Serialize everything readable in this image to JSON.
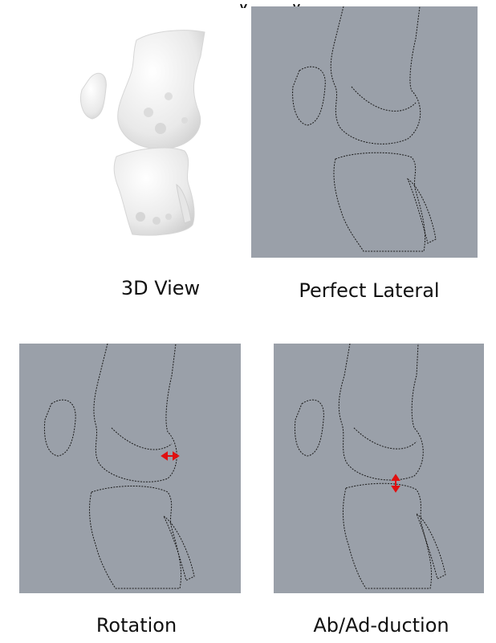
{
  "panels": [
    {
      "id": "3d-view",
      "label": "3D View"
    },
    {
      "id": "perfect-lateral",
      "label": "Perfect Lateral"
    },
    {
      "id": "rotation",
      "label": "Rotation"
    },
    {
      "id": "ab-ad-duction",
      "label": "Ab/Ad-duction"
    }
  ],
  "colors": {
    "panel_bg": "#9aa0a9",
    "bone_render": "#f2f2f2",
    "outline": "#1a1a1a",
    "indicator": "#e01010"
  }
}
